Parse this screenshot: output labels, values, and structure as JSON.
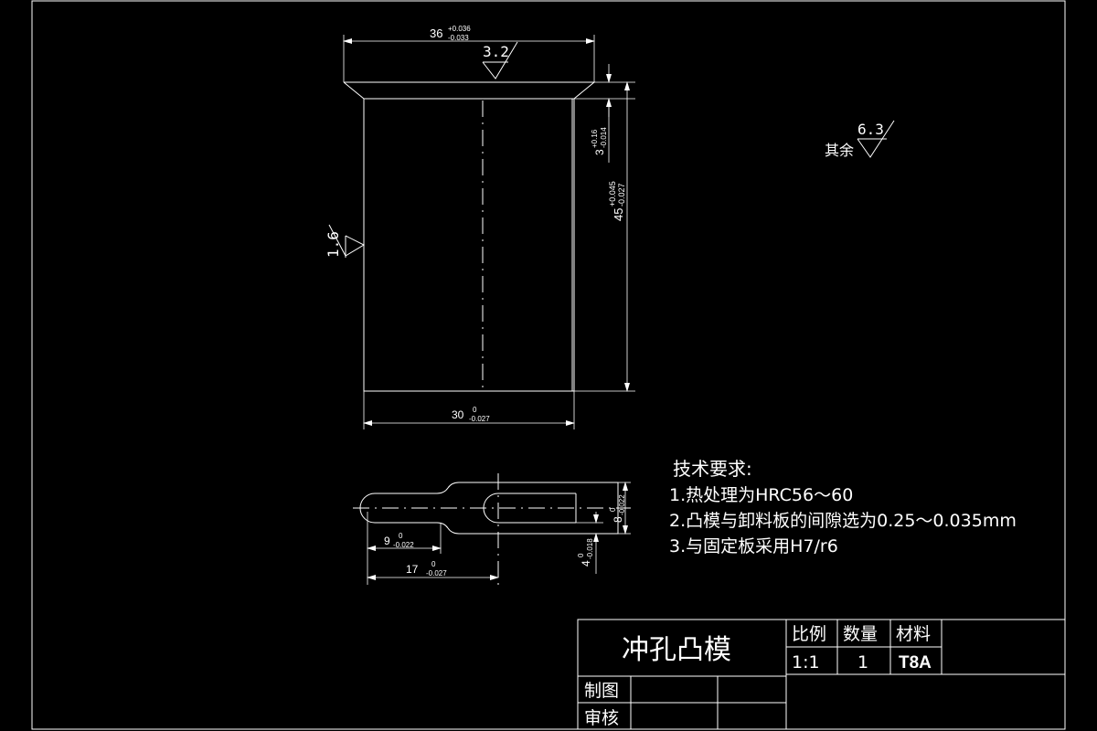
{
  "drawing": {
    "dim_top_base": "36",
    "dim_top_upper": "+0.036",
    "dim_top_lower": "-0.033",
    "rough_top": "3.2",
    "dim_right_small_base": "3",
    "dim_right_small_upper": "+0.16",
    "dim_right_small_lower": "-0.014",
    "dim_right_height_base": "45",
    "dim_right_height_upper": "+0.045",
    "dim_right_height_lower": "-0.027",
    "rough_left": "1.6",
    "dim_bottom_base": "30",
    "dim_bottom_upper": "0",
    "dim_bottom_lower": "-0.027",
    "rough_rest_value": "6.3",
    "rough_rest_label": "其余",
    "section_dim_9_base": "9",
    "section_dim_9_upper": "0",
    "section_dim_9_lower": "-0.022",
    "section_dim_17_base": "17",
    "section_dim_17_upper": "0",
    "section_dim_17_lower": "-0.027",
    "section_dim_8_base": "8",
    "section_dim_8_upper": "0",
    "section_dim_8_lower": "-0.022",
    "section_dim_4_base": "4",
    "section_dim_4_upper": "0",
    "section_dim_4_lower": "-0.018"
  },
  "requirements": {
    "title": "技术要求:",
    "items": [
      "1.热处理为HRC56～60",
      "2.凸模与卸料板的间隙选为0.25～0.035mm",
      "3.与固定板采用H7/r6"
    ]
  },
  "title_block": {
    "part_name": "冲孔凸模",
    "scale_label": "比例",
    "scale_value": "1:1",
    "quantity_label": "数量",
    "quantity_value": "1",
    "material_label": "材料",
    "material_value": "T8A",
    "drawn_label": "制图",
    "checked_label": "审核"
  }
}
